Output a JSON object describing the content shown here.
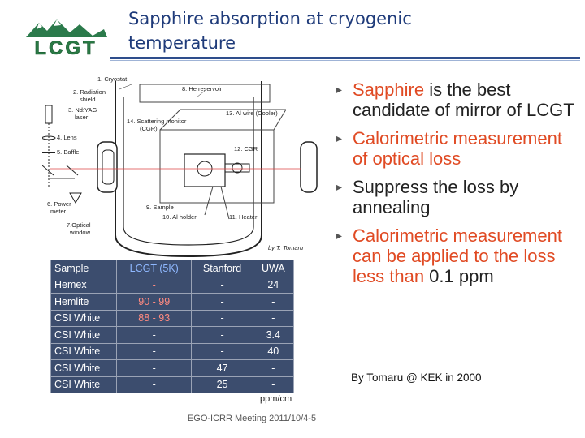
{
  "logo": {
    "text": "LCGT"
  },
  "header": {
    "title": "Sapphire absorption at cryogenic temperature"
  },
  "diagram": {
    "labels": {
      "cryostat": "1. Cryostat",
      "radiation_shield_1": "2. Radiation",
      "radiation_shield_2": "shield",
      "laser_1": "3. Nd:YAG",
      "laser_2": "laser",
      "lens": "4. Lens",
      "baffle": "5. Baffle",
      "power_meter_1": "6. Power",
      "power_meter_2": "meter",
      "optical_window_1": "7.Optical",
      "optical_window_2": "window",
      "he_reservoir": "8. He reservoir",
      "sample": "9. Sample",
      "al_holder": "10. Al holder",
      "heater": "11. Heater",
      "cgr": "12. CGR",
      "al_wire": "13. Al wire (Cooler)",
      "scattering_1": "14. Scattering monitor",
      "scattering_2": "(CGR)",
      "author": "by T. Tomaru"
    }
  },
  "table": {
    "headers": [
      "Sample",
      "LCGT (5K)",
      "Stanford",
      "UWA"
    ],
    "rows": [
      [
        "Hemex",
        "-",
        "-",
        "24"
      ],
      [
        "Hemlite",
        "90 - 99",
        "-",
        "-"
      ],
      [
        "CSI White",
        "88 - 93",
        "-",
        "-"
      ],
      [
        "CSI White",
        "-",
        "-",
        "3.4"
      ],
      [
        "CSI White",
        "-",
        "-",
        "40"
      ],
      [
        "CSI White",
        "-",
        "47",
        "-"
      ],
      [
        "CSI White",
        "-",
        "25",
        "-"
      ]
    ],
    "units": "ppm/cm"
  },
  "bullets": {
    "b1_red": "Sapphire",
    "b1_rest": " is the best candidate of mirror of LCGT",
    "b2_red": "Calorimetric measurement of optical loss",
    "b3": "Suppress the loss by annealing",
    "b4_red": "Calorimetric measurement can be applied to the loss less than",
    "b4_rest": " 0.1 ppm"
  },
  "credit": "By Tomaru @ KEK in 2000",
  "footer": "EGO-ICRR Meeting 2011/10/4-5",
  "colors": {
    "title": "#1f3b7a",
    "accent_red": "#e04a23",
    "table_bg": "#3c4d6e",
    "lcgt_header": "#8fb8ff",
    "lcgt_values": "#ff8a80"
  }
}
